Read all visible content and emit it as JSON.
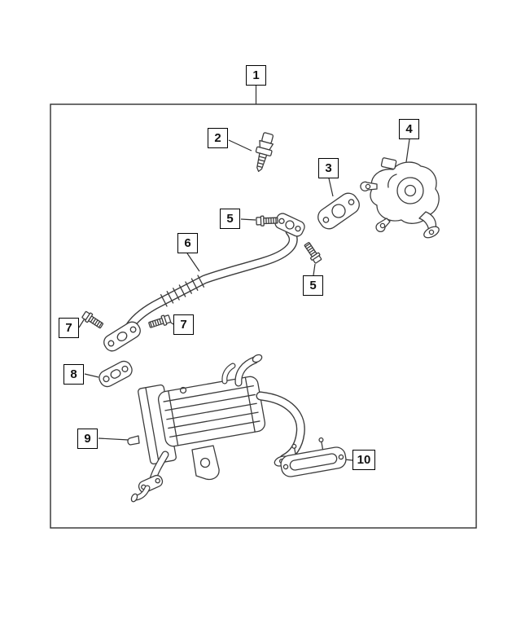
{
  "callouts": [
    {
      "id": "1",
      "label": "1"
    },
    {
      "id": "2",
      "label": "2"
    },
    {
      "id": "3",
      "label": "3"
    },
    {
      "id": "4",
      "label": "4"
    },
    {
      "id": "5a",
      "label": "5"
    },
    {
      "id": "5b",
      "label": "5"
    },
    {
      "id": "6",
      "label": "6"
    },
    {
      "id": "7a",
      "label": "7"
    },
    {
      "id": "7b",
      "label": "7"
    },
    {
      "id": "8",
      "label": "8"
    },
    {
      "id": "9",
      "label": "9"
    },
    {
      "id": "10",
      "label": "10"
    }
  ],
  "colors": {
    "background": "#ffffff",
    "frame_border": "#2f2f2f",
    "part_line": "#3c3c3c",
    "callout_border": "#000000",
    "callout_text": "#111111"
  }
}
